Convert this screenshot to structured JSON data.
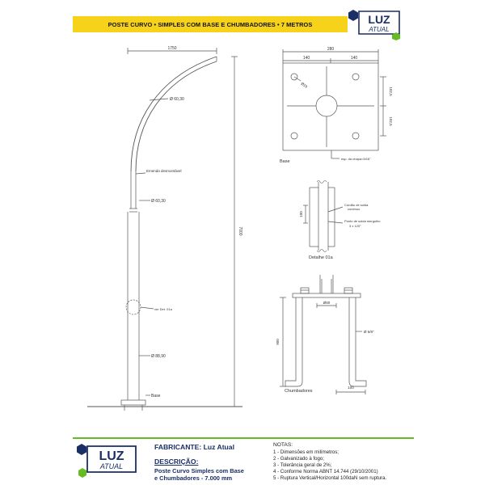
{
  "header": {
    "title": "POSTE CURVO • SIMPLES COM BASE E CHUMBADORES • 7 METROS"
  },
  "logo": {
    "word_top": "LUZ",
    "word_bottom": "ATUAL",
    "colors": {
      "brand_blue": "#1a2f66",
      "brand_green": "#66bb22",
      "banner_yellow": "#f6d21b"
    }
  },
  "drawing": {
    "pole": {
      "dim_1750": "1750",
      "dim_7000": "7000",
      "diam_top": "Ø 60,30",
      "emenda": "Emenda desmontável",
      "diam_mid": "Ø 60,30",
      "ver_det": "ver Det. 01a",
      "diam_bottom": "Ø 88,90",
      "base_label": "Base"
    },
    "base_plate": {
      "dim_280": "280",
      "dim_140_left": "140",
      "dim_140_right": "140",
      "hole_diam": "Ø19",
      "dim_102_top": "102,5",
      "dim_102_bottom": "102,5",
      "thickness": "esp. da chapa=5/16\"",
      "label": "Base"
    },
    "detail": {
      "cordao_1": "Cordão de solda",
      "cordao_2": "contínuo",
      "ponto_1": "Ponto de solda mergulho",
      "ponto_2": "3 x 120°",
      "dim_100": "100",
      "label": "Detalhe 01a"
    },
    "anchors": {
      "diam_80": "Ø80",
      "dim_900": "900",
      "diam_58": "Ø 5/8\"",
      "dim_100": "100",
      "label": "Chumbadores"
    }
  },
  "footer": {
    "fabricante": "FABRICANTE: Luz Atual",
    "descricao_heading": "DESCRIÇÃO:",
    "descricao_line1": "Poste Curvo Simples com Base",
    "descricao_line2": "e Chumbadores - 7.000 mm",
    "notes_heading": "NOTAS:",
    "notes": [
      "1 - Dimensões em milímetros;",
      "2 - Galvanizado à fogo;",
      "3 - Tolerância geral de 2%;",
      "4 - Conforme Norma ABNT 14.744 (29/10/2001)",
      "5 - Ruptura Vertical/Horizontal 100daN sem ruptura."
    ]
  }
}
